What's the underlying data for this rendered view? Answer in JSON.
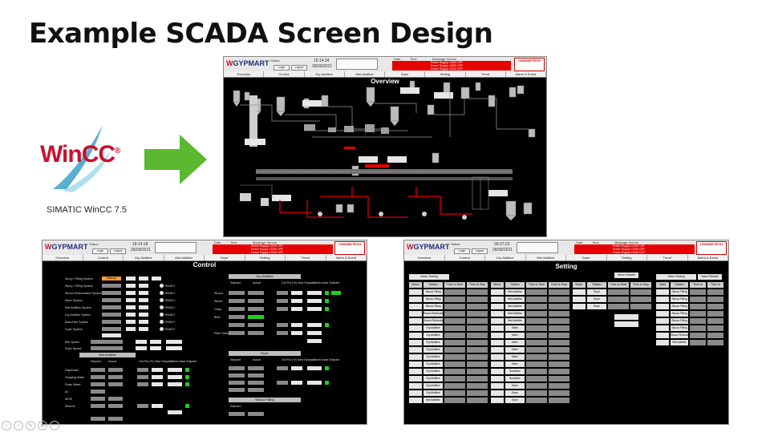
{
  "slide": {
    "title": "Example SCADA Screen Design",
    "caption": "SIMATIC WinCC 7.5",
    "logo_text": "WinCC",
    "logo_mark": "®"
  },
  "colors": {
    "accent_red": "#e60000",
    "panel_black": "#000000",
    "field_grey": "#8a8a8a",
    "status_green": "#22cc22",
    "status_orange": "#ff9d2e",
    "arrow_green": "#5cb82e",
    "logo_red": "#c8102e"
  },
  "header": {
    "company": "GYPMART",
    "status_label": "Status:",
    "login_label": "Login",
    "logout_label": "Logout",
    "date": "28/09/2021",
    "alarm_cols": [
      "Date",
      "Time",
      "Message Source"
    ],
    "alarm_msgs": [
      "Power Supply L3100 OFF",
      "Power Supply L3200 OFF",
      "Power Supply L3310 OFF"
    ],
    "brand": "CHANSKTECH"
  },
  "nav": [
    "Overview",
    "Control",
    "Dry Additive",
    "Wet Additive",
    "Dryer",
    "Setting",
    "Trend",
    "Alarm & Event"
  ],
  "screens": {
    "overview": {
      "title": "Overview",
      "time": "18:14:34"
    },
    "control": {
      "title": "Control",
      "time": "18:14:18"
    },
    "setting": {
      "title": "Setting",
      "time": "09:07:23"
    }
  },
  "control": {
    "systems": [
      "Slurry / Filling System",
      "Stucco Recirculation System",
      "Mixer System",
      "Wet Additive System",
      "Dry Additive System",
      "Board line System",
      "Dryer System"
    ],
    "mode_top": "Manual",
    "ready": "READY",
    "belt_speed": "Belt Speed",
    "dryer_speed": "Dryer Speed",
    "sections": [
      "Wet Additive",
      "Dry Additive",
      "Dryer",
      "Stucco Filling"
    ],
    "wet_items": [
      "Dispersant",
      "Gauging Water",
      "Foam Water",
      "Air",
      "MCW",
      "Silicone"
    ],
    "dry_items": [
      "Stucco",
      "Starch",
      "Glass",
      "BMA",
      "Fiber Glass"
    ],
    "col_setpoint": "Setpoint",
    "col_actual": "Actual",
    "col_out": "Out Put (%)",
    "col_new": "New Setpoint",
    "col_minimax": "Minim Maxi Setpoint"
  },
  "setting": {
    "motor_section": "Motor Setting",
    "valve_section": "Valve Setting",
    "motor_reset": "Motor Restart",
    "valve_reset": "Valve Restart",
    "cols": [
      "Motor",
      "Station",
      "Time to Start",
      "Time to Stop"
    ],
    "valve_cols": [
      "Valve",
      "Station",
      "Time to Start",
      "Time to Stop"
    ],
    "stations": [
      "Stucco Filling",
      "Stucco Filling",
      "Stucco Filling",
      "Stucco Recirculation",
      "Stucco Recirculation",
      "Dry Additive",
      "Dry Additive",
      "Dry Additive",
      "Dry Additive",
      "Dry Additive",
      "Dry Additive",
      "Dry Additive",
      "Dry Additive",
      "Dry Additive",
      "Dry Additive",
      "Wet Additive"
    ],
    "mid_stations": [
      "Wet Additive",
      "Wet Additive",
      "Wet Additive",
      "Wet Additive",
      "Wet Additive",
      "Mixer",
      "Mixer",
      "Mixer",
      "Mixer",
      "Mixer",
      "Mixer",
      "Boardline",
      "Boardline",
      "Dryer",
      "Dryer",
      "Dryer"
    ],
    "right_stations": [
      "Dryer",
      "Dryer",
      "Dryer"
    ],
    "valve_stations": [
      "Stucco Filling",
      "Stucco Filling",
      "Stucco Filling",
      "Stucco Filling",
      "Stucco Filling",
      "Stucco Filling",
      "Stucco Recirculation",
      "Wet Additive"
    ]
  }
}
